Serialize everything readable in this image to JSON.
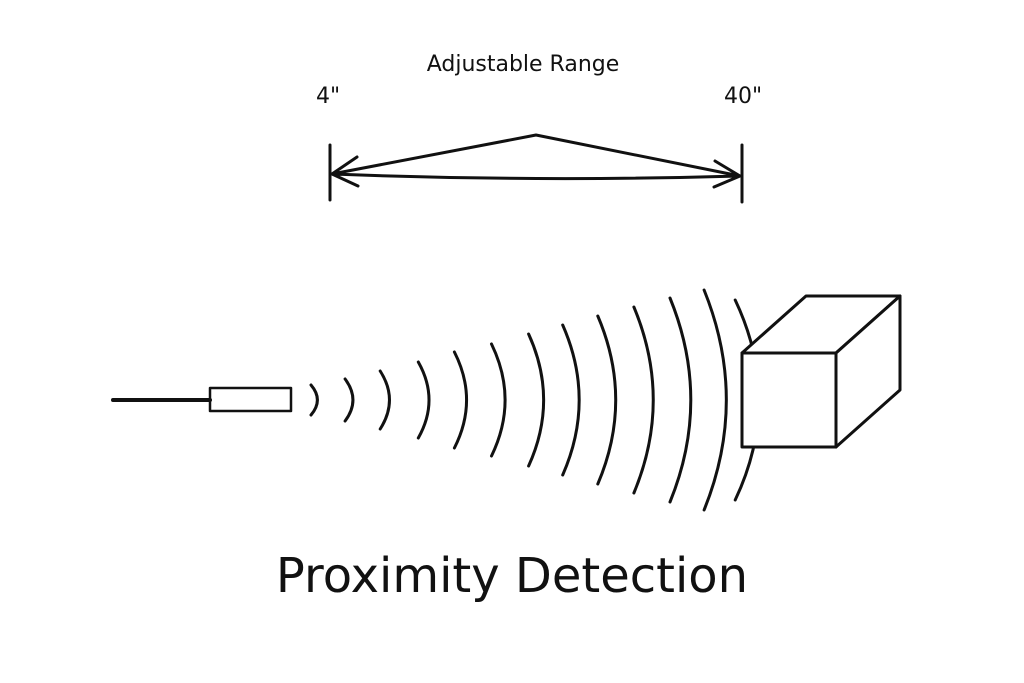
{
  "range": {
    "title": "Adjustable Range",
    "min_label": "4\"",
    "max_label": "40\""
  },
  "title": "Proximity Detection",
  "wave_count": 13,
  "colors": {
    "ink": "#111111",
    "background": "#ffffff"
  }
}
